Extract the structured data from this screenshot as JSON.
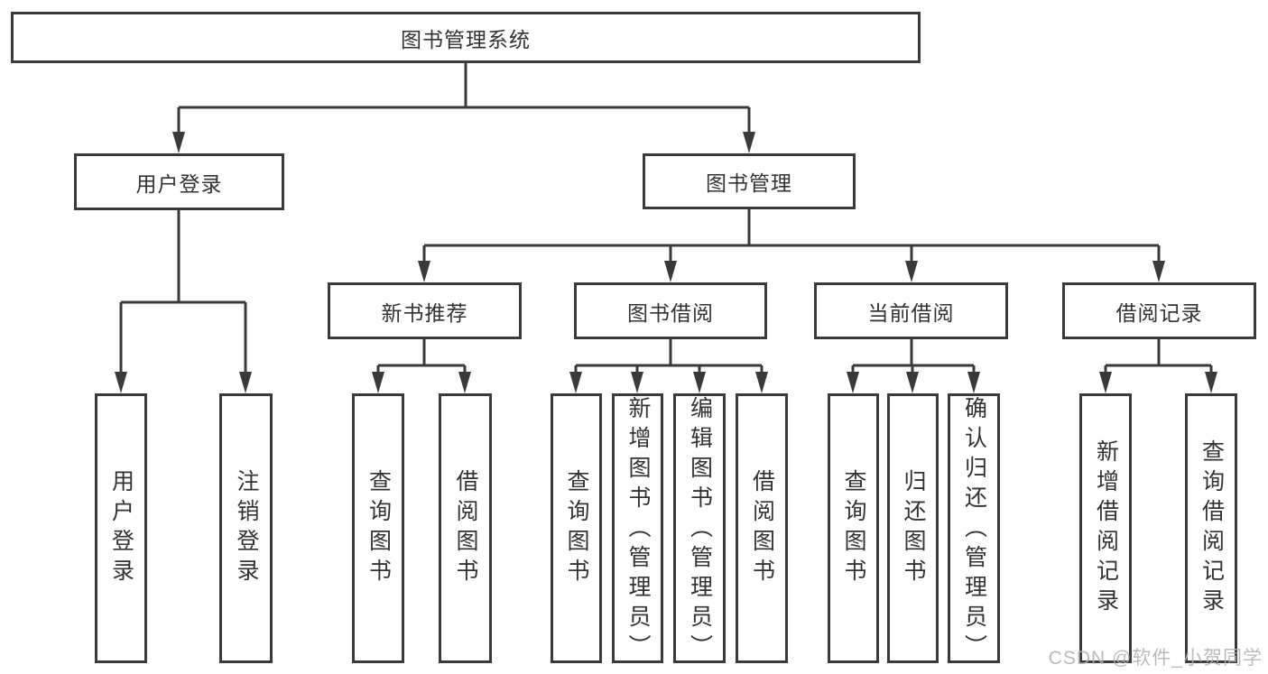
{
  "diagram": {
    "type": "hierarchy-tree",
    "tree": {
      "root": {
        "label": "图书管理系统"
      },
      "user_login": {
        "label": "用户登录",
        "children": {
          "login": {
            "label": "用户登录"
          },
          "logout": {
            "label": "注销登录"
          }
        }
      },
      "book_management": {
        "label": "图书管理",
        "children": {
          "new_book_recommend": {
            "label": "新书推荐",
            "children": {
              "query_books": {
                "label": "查询图书"
              },
              "borrow_books": {
                "label": "借阅图书"
              }
            }
          },
          "book_borrowing": {
            "label": "图书借阅",
            "children": {
              "query_books": {
                "label": "查询图书"
              },
              "add_books": {
                "label": "新增图书（管理员）"
              },
              "edit_books": {
                "label": "编辑图书（管理员）"
              },
              "borrow_books": {
                "label": "借阅图书"
              }
            }
          },
          "current_borrowing": {
            "label": "当前借阅",
            "children": {
              "query_books": {
                "label": "查询图书"
              },
              "return_books": {
                "label": "归还图书"
              },
              "confirm_return": {
                "label": "确认归还（管理员）"
              }
            }
          },
          "borrowing_records": {
            "label": "借阅记录",
            "children": {
              "add_record": {
                "label": "新增借阅记录"
              },
              "query_record": {
                "label": "查询借阅记录"
              }
            }
          }
        }
      }
    },
    "colors": {
      "line": "#3a3a3a",
      "text": "#333333",
      "watermark": "#b2b2b2"
    },
    "watermark": {
      "text": "CSDN @软件_小贺同学"
    }
  }
}
